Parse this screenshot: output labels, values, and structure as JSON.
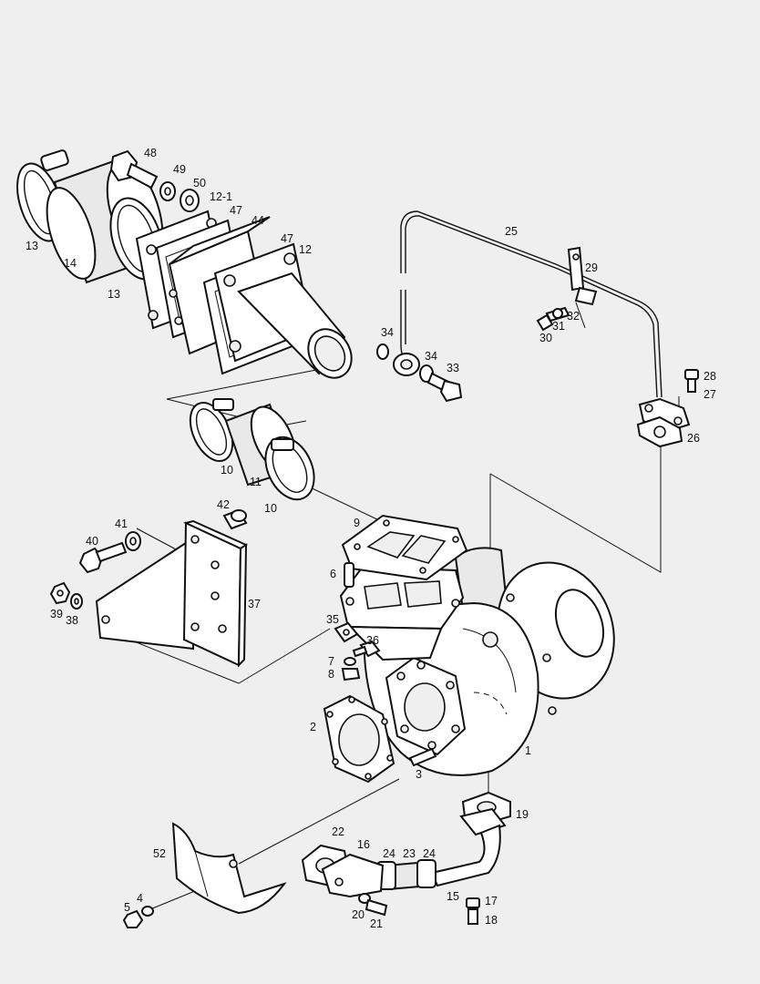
{
  "callouts": [
    "48",
    "49",
    "50",
    "12-1",
    "47",
    "44",
    "47",
    "12",
    "13",
    "14",
    "13",
    "25",
    "29",
    "32",
    "31",
    "30",
    "34",
    "34",
    "33",
    "28",
    "27",
    "26",
    "10",
    "11",
    "10",
    "42",
    "41",
    "40",
    "9",
    "6",
    "39",
    "38",
    "37",
    "35",
    "36",
    "7",
    "8",
    "2",
    "3",
    "1",
    "19",
    "22",
    "16",
    "24",
    "23",
    "24",
    "52",
    "4",
    "5",
    "20",
    "21",
    "15",
    "17",
    "18"
  ]
}
